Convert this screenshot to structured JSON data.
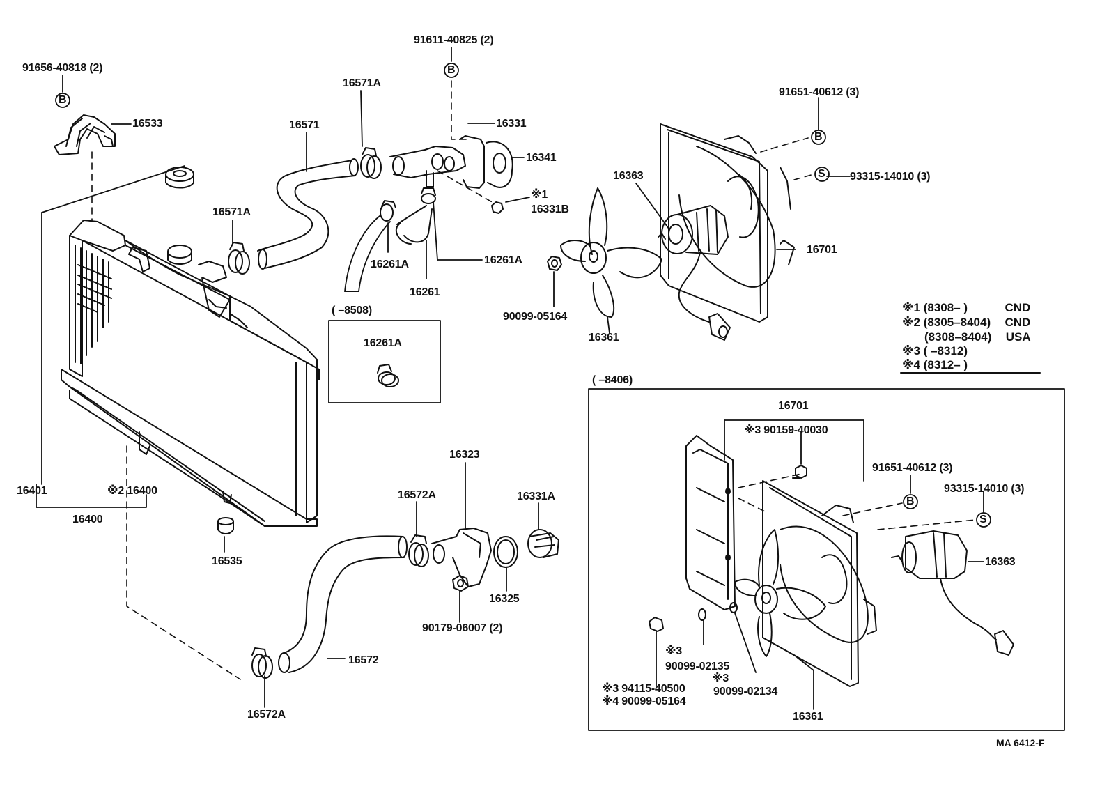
{
  "labels": {
    "p91656": "91656-40818 (2)",
    "p16533": "16533",
    "p16571": "16571",
    "p16571A_top": "16571A",
    "p16571A_left": "16571A",
    "p91611": "91611-40825 (2)",
    "p16331": "16331",
    "p16341": "16341",
    "p16331B_note": "※1",
    "p16331B": "16331B",
    "p16261A_left": "16261A",
    "p16261A_right": "16261A",
    "p16261": "16261",
    "box1_range": "(      –8508)",
    "box1_part": "16261A",
    "p91651_top": "91651-40612 (3)",
    "p93315_top": "93315-14010 (3)",
    "p16363_top": "16363",
    "p16701_top": "16701",
    "p90099_05164": "90099-05164",
    "p16361_top": "16361",
    "p16401": "16401",
    "p16400_note": "※2 16400",
    "p16400": "16400",
    "p16535": "16535",
    "p16323": "16323",
    "p16572A_top": "16572A",
    "p16331A": "16331A",
    "p16325": "16325",
    "p90179": "90179-06007 (2)",
    "p16572": "16572",
    "p16572A_bottom": "16572A",
    "box2_range": "(        –8406)",
    "b2_16701": "16701",
    "b2_90159": "※3 90159-40030",
    "b2_91651": "91651-40612 (3)",
    "b2_93315": "93315-14010 (3)",
    "b2_16363": "16363",
    "b2_star3a": "※3",
    "b2_90099_02135": "90099-02135",
    "b2_star3b": "※3",
    "b2_90099_02134": "90099-02134",
    "b2_94115": "※3 94115-40500",
    "b2_90099_05164": "※4 90099-05164",
    "b2_16361": "16361",
    "code": "MA  6412-F"
  },
  "markers": {
    "b": "B",
    "s": "S"
  },
  "legend": [
    {
      "mark": "※1",
      "range": "(8308–          )",
      "market": "CND"
    },
    {
      "mark": "※2",
      "range": "(8305–8404)",
      "market": "CND"
    },
    {
      "mark": "",
      "range": "(8308–8404)",
      "market": "USA"
    },
    {
      "mark": "※3",
      "range": "(          –8312)",
      "market": ""
    },
    {
      "mark": "※4",
      "range": "(8312–          )",
      "market": ""
    }
  ]
}
